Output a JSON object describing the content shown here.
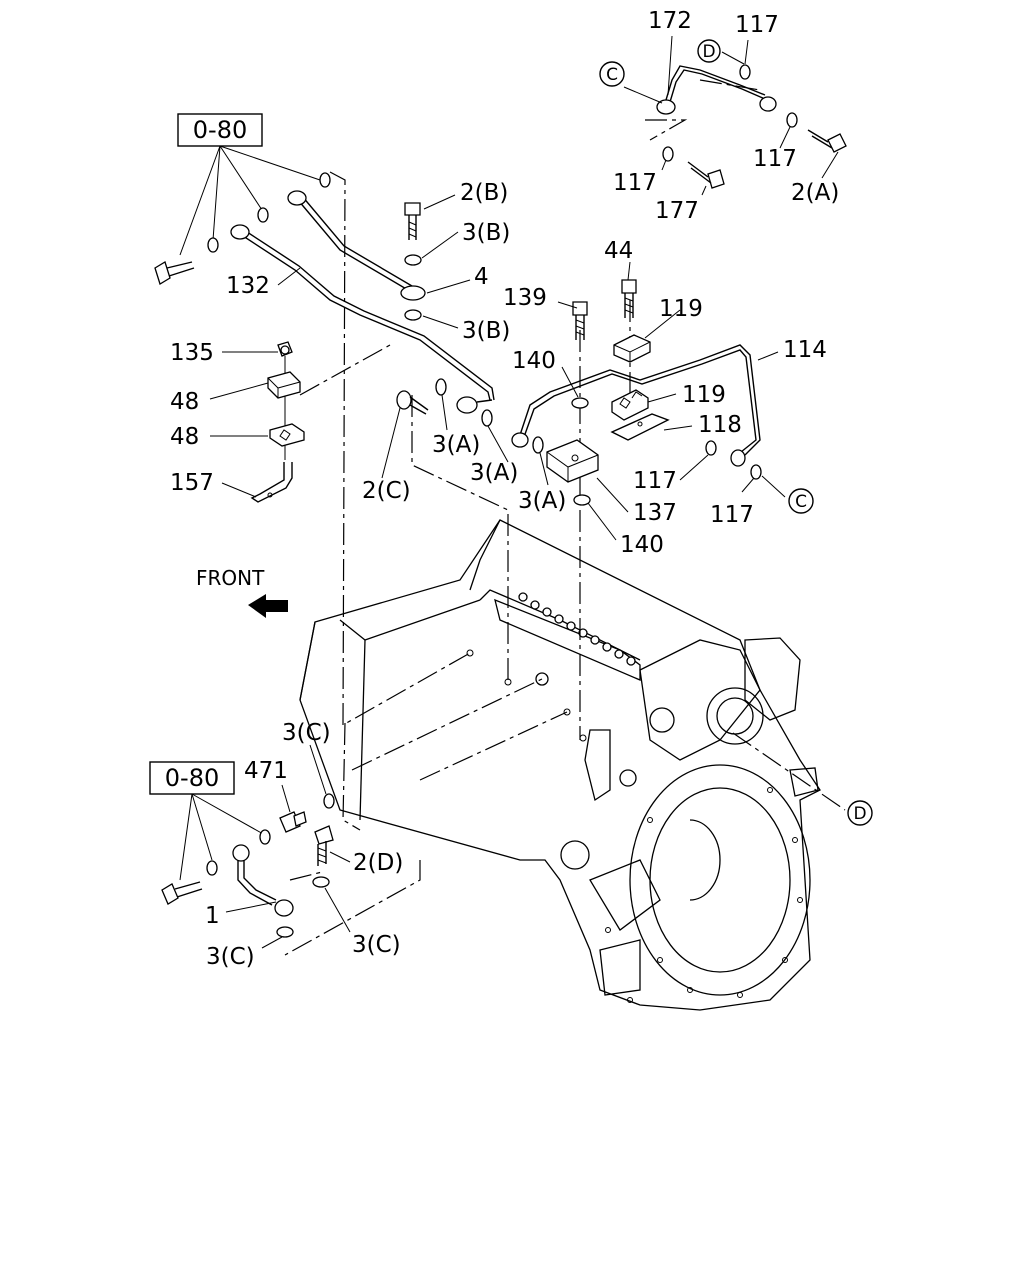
{
  "diagram": {
    "ref_boxes": [
      "0-80",
      "0-80"
    ],
    "front_label": "FRONT",
    "callouts": {
      "c172": "172",
      "c117_tr": "117",
      "c117_r": "117",
      "c117_l": "117",
      "c177": "177",
      "c2A": "2(A)",
      "c2B": "2(B)",
      "c3B_top": "3(B)",
      "c4": "4",
      "c3B_bot": "3(B)",
      "c132": "132",
      "c135": "135",
      "c48_a": "48",
      "c48_b": "48",
      "c157": "157",
      "c2C": "2(C)",
      "c3A_1": "3(A)",
      "c3A_2": "3(A)",
      "c3A_3": "3(A)",
      "c139": "139",
      "c44": "44",
      "c119_a": "119",
      "c119_b": "119",
      "c114": "114",
      "c140_a": "140",
      "c118": "118",
      "c117_m": "117",
      "c117_b": "117",
      "c137": "137",
      "c140_b": "140",
      "c3C_top": "3(C)",
      "c471": "471",
      "c2D": "2(D)",
      "c1": "1",
      "c3C_left": "3(C)",
      "c3C_right": "3(C)"
    },
    "ref_circles": {
      "C_top": "C",
      "D_top": "D",
      "C_right": "C",
      "D_right": "D"
    }
  }
}
